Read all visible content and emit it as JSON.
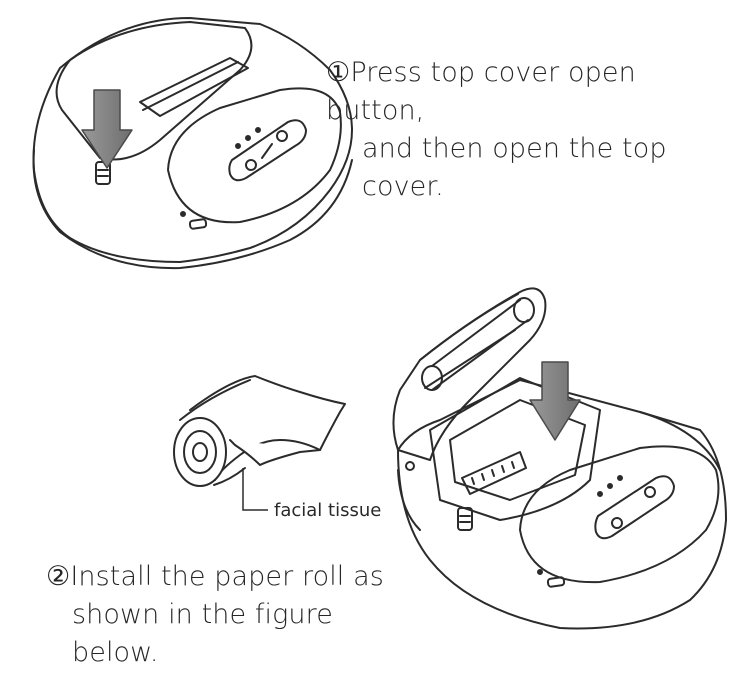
{
  "steps": [
    {
      "marker": "①",
      "line1": "Press top cover open button,",
      "line2": "and then open the top cover."
    },
    {
      "marker": "②",
      "line1": "Install the paper roll as",
      "line2": "shown in the figure below."
    }
  ],
  "callout": "facial tissue",
  "colors": {
    "outline": "#2b2b2b",
    "arrow": "#7a7a7a",
    "arrow_stroke": "#4a4a4a"
  }
}
